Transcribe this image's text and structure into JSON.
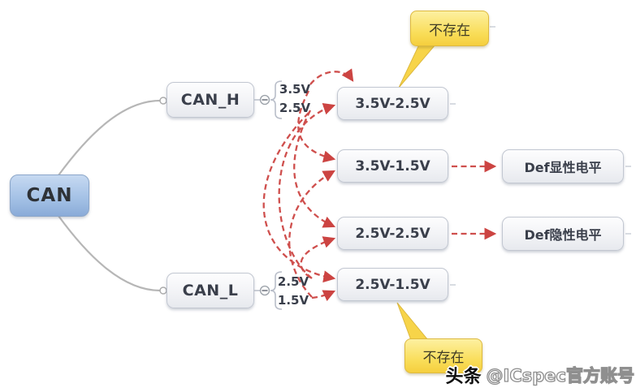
{
  "root": {
    "label": "CAN"
  },
  "branches": [
    {
      "label": "CAN_H",
      "values": [
        "3.5V",
        "2.5V"
      ]
    },
    {
      "label": "CAN_L",
      "values": [
        "2.5V",
        "1.5V"
      ]
    }
  ],
  "combinations": [
    {
      "label": "3.5V-2.5V"
    },
    {
      "label": "3.5V-1.5V"
    },
    {
      "label": "2.5V-2.5V"
    },
    {
      "label": "2.5V-1.5V"
    }
  ],
  "results": [
    {
      "label": "Def显性电平"
    },
    {
      "label": "Def隐性电平"
    }
  ],
  "callouts": [
    {
      "text": "不存在"
    },
    {
      "text": "不存在"
    }
  ],
  "edges": [
    {
      "from": "CAN_H 3.5V",
      "to": "3.5V-2.5V"
    },
    {
      "from": "CAN_L 2.5V",
      "to": "3.5V-2.5V"
    },
    {
      "from": "CAN_H 3.5V",
      "to": "3.5V-1.5V"
    },
    {
      "from": "CAN_L 1.5V",
      "to": "3.5V-1.5V"
    },
    {
      "from": "CAN_H 2.5V",
      "to": "2.5V-2.5V"
    },
    {
      "from": "CAN_L 2.5V",
      "to": "2.5V-2.5V"
    },
    {
      "from": "CAN_H 2.5V",
      "to": "2.5V-1.5V"
    },
    {
      "from": "CAN_L 1.5V",
      "to": "2.5V-1.5V"
    },
    {
      "from": "3.5V-1.5V",
      "to": "Def显性电平"
    },
    {
      "from": "2.5V-2.5V",
      "to": "Def隐性电平"
    }
  ],
  "colors": {
    "arrow_red": "#cf4f4d",
    "arrowhead_red": "#cc4442",
    "link_gray": "#b6b6b6",
    "root_fill": "#a5c2e6",
    "node_border": "#c2c7d1",
    "callout_fill": "#f8d94e"
  },
  "watermark": {
    "platform": "头条",
    "account": "@ICspec官方账号"
  }
}
